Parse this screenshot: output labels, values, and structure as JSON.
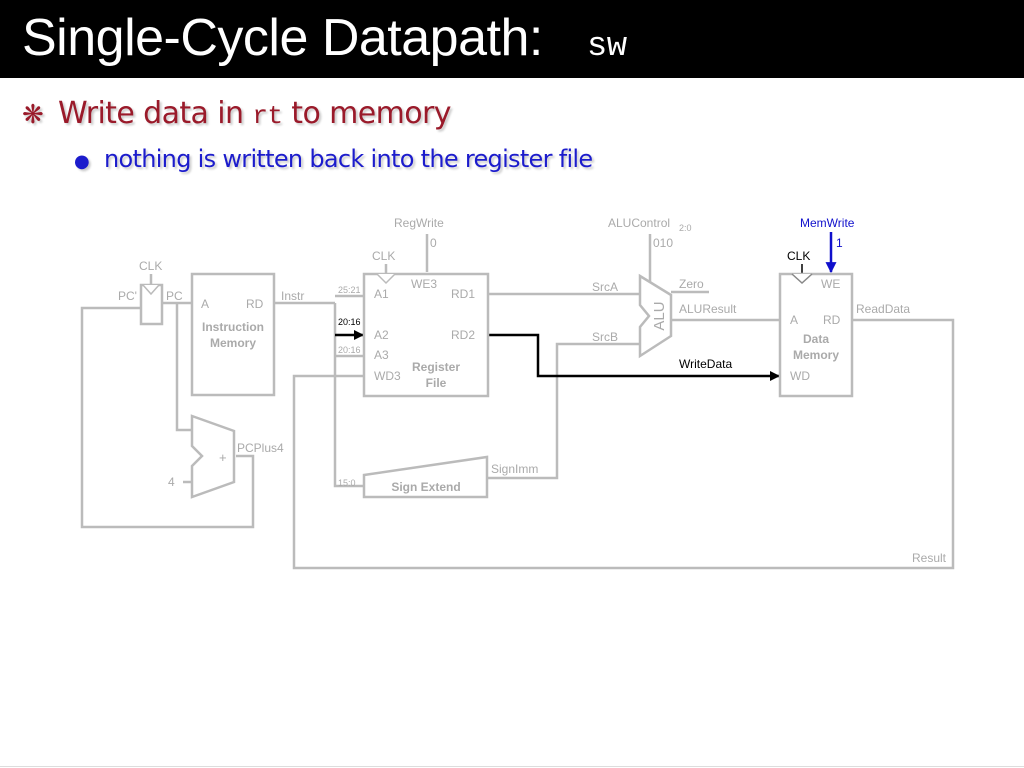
{
  "slide": {
    "title": "Single-Cycle Datapath:",
    "title_code": "sw"
  },
  "bullets": {
    "level1_prefix": "Write data in",
    "level1_code": "rt",
    "level1_suffix": "to memory",
    "level2": "nothing is written back into the register file"
  },
  "icons": {
    "level1": "asterisk-bullet-icon",
    "level2": "dot-bullet-icon"
  },
  "colors": {
    "title_bg": "#000000",
    "level1_text": "#9a1a2a",
    "level2_text": "#1c1ccc",
    "inactive_wire": "#bbbbbb",
    "active_wire": "#000000",
    "control_active": "#1010cc"
  },
  "diagram": {
    "control": {
      "regwrite": "RegWrite",
      "regwrite_value": "0",
      "alucontrol": "ALUControl",
      "alucontrol_sub": "2:0",
      "alucontrol_value": "010",
      "memwrite": "MemWrite",
      "memwrite_value": "1"
    },
    "clk": {
      "pc": "CLK",
      "rf": "CLK",
      "dm": "CLK"
    },
    "pc": {
      "pc_prime": "PC'",
      "pc": "PC"
    },
    "imem": {
      "a": "A",
      "rd": "RD",
      "name_line1": "Instruction",
      "name_line2": "Memory"
    },
    "instr": "Instr",
    "fields": {
      "rs": "25:21",
      "rt": "20:16",
      "rd": "20:16",
      "imm": "15:0"
    },
    "regfile": {
      "we3": "WE3",
      "a1": "A1",
      "a2": "A2",
      "a3": "A3",
      "wd3": "WD3",
      "rd1": "RD1",
      "rd2": "RD2",
      "name_line1": "Register",
      "name_line2": "File"
    },
    "alu": {
      "name": "ALU",
      "srca": "SrcA",
      "srcb": "SrcB",
      "zero": "Zero",
      "result": "ALUResult"
    },
    "dmem": {
      "we": "WE",
      "a": "A",
      "rd": "RD",
      "wd": "WD",
      "name_line1": "Data",
      "name_line2": "Memory"
    },
    "wires": {
      "writedata": "WriteData",
      "readdata": "ReadData",
      "result": "Result",
      "signimm": "SignImm",
      "pcplus4": "PCPlus4"
    },
    "adder": {
      "plus": "+",
      "four": "4"
    },
    "signext": "Sign Extend"
  }
}
